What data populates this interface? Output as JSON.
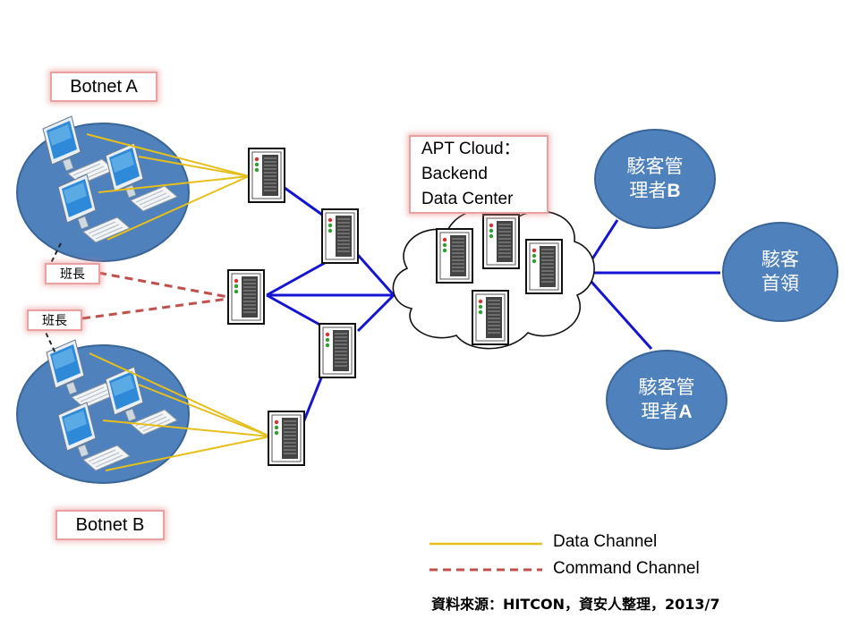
{
  "botnets": [
    {
      "label": "Botnet A"
    },
    {
      "label": "Botnet B"
    }
  ],
  "squad_leader_label": "班長",
  "apt_cloud": {
    "lines": [
      "APT Cloud：",
      "Backend",
      "Data Center"
    ]
  },
  "hackers": {
    "manager_b": {
      "line1": "駭客管",
      "line2": "理者",
      "suffix": "B"
    },
    "leader": {
      "line1": "駭客",
      "line2": "首領"
    },
    "manager_a": {
      "line1": "駭客管",
      "line2": "理者",
      "suffix": "A"
    }
  },
  "legend": {
    "data_channel": "Data Channel",
    "command_channel": "Command Channel"
  },
  "source": "資料來源：HITCON，資安人整理，2013/7",
  "colors": {
    "ellipse_fill": "#4f81bd",
    "ellipse_stroke": "#3a6596",
    "data_channel": "#e6bf1a",
    "command_channel": "#c0504d",
    "backbone": "#1414d2"
  }
}
